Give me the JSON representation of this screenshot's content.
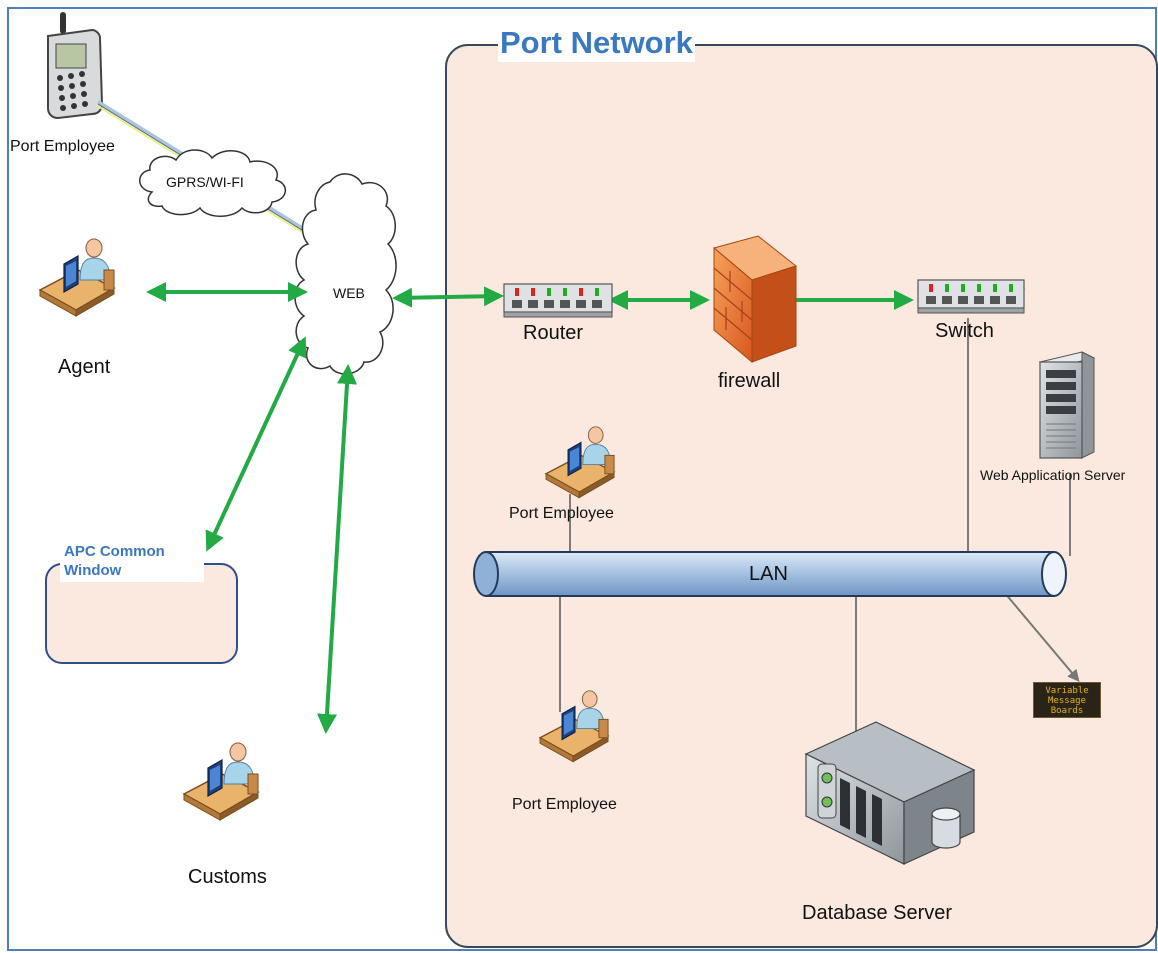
{
  "diagram": {
    "title": "Port Network",
    "colors": {
      "accent_blue": "#3a78c2",
      "port_bg": "#fbe9df",
      "arrow_green": "#22aa44",
      "lan_pipe": "#a9c4e2",
      "firewall": "#e5742c"
    },
    "nodes": {
      "mobile_employee": {
        "label": "Port Employee",
        "icon": "mobile-phone-icon"
      },
      "gprs": {
        "label": "GPRS/WI-FI",
        "icon": "cloud-icon"
      },
      "web": {
        "label": "WEB",
        "icon": "cloud-icon"
      },
      "agent": {
        "label": "Agent",
        "icon": "user-workstation-icon"
      },
      "apc_window": {
        "label": "APC Common Window"
      },
      "customs": {
        "label": "Customs",
        "icon": "user-workstation-icon"
      },
      "router": {
        "label": "Router",
        "icon": "router-icon"
      },
      "firewall": {
        "label": "firewall",
        "icon": "firewall-icon"
      },
      "switch": {
        "label": "Switch",
        "icon": "switch-icon"
      },
      "web_app_server": {
        "label": "Web Application Server",
        "icon": "tower-server-icon"
      },
      "port_employee_upper": {
        "label": "Port Employee",
        "icon": "user-workstation-icon"
      },
      "port_employee_lower": {
        "label": "Port Employee",
        "icon": "user-workstation-icon"
      },
      "lan": {
        "label": "LAN"
      },
      "database_server": {
        "label": "Database Server",
        "icon": "rack-server-icon"
      },
      "message_boards": {
        "text": "Variable Message Boards",
        "icon": "led-board-icon"
      }
    }
  }
}
